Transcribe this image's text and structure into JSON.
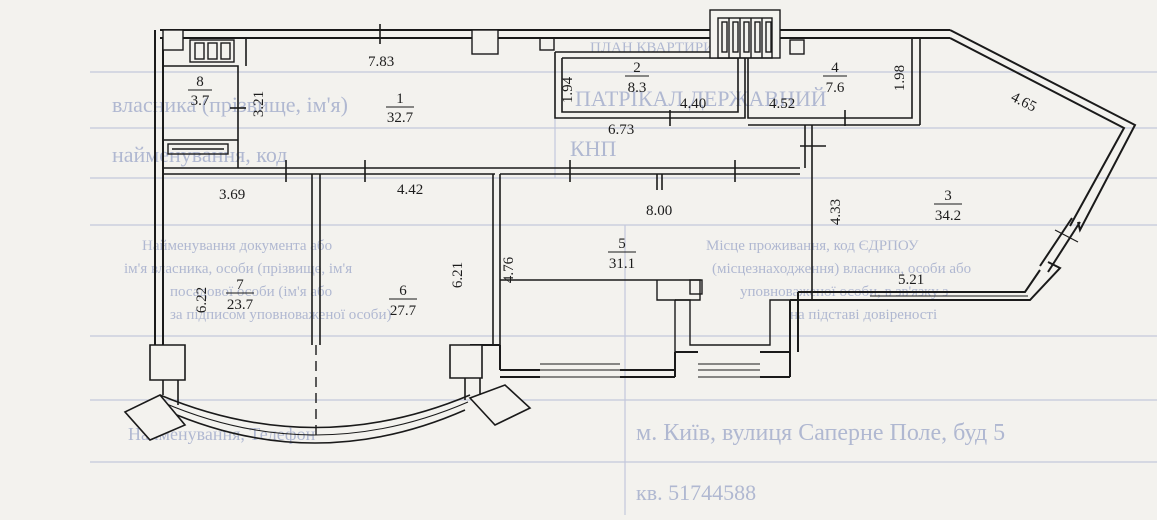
{
  "background_form": {
    "top_line": "ПЛАН КВАРТИРИ",
    "row1_left": "власника (прізвище, ім'я)",
    "row1_right": "ПАТРІКАЛ ДЕРЖАВНИЙ",
    "row2_left": "найменування, код",
    "row2_right": "КНП",
    "block_left_1": "Найменування документа або",
    "block_left_2": "ім'я власника, особи (прізвище, ім'я",
    "block_left_3": "посадової особи (ім'я або",
    "block_left_4": "за підписом уповноваженої особи)",
    "block_right_1": "Місце проживання, код ЄДРПОУ",
    "block_right_2": "(місцезнаходження) власника, особи або",
    "block_right_3": "уповноваженої особи, в зв'язку з",
    "block_right_4": "на підставі довіреності",
    "address": "м. Київ, вулиця Саперне Поле, буд 5",
    "number": "кв. 51744588",
    "footer_left": "Найменування, Телефон"
  },
  "rooms": [
    {
      "id": "1",
      "area": "32.7"
    },
    {
      "id": "2",
      "area": "8.3"
    },
    {
      "id": "3",
      "area": "34.2"
    },
    {
      "id": "4",
      "area": "7.6"
    },
    {
      "id": "5",
      "area": "31.1"
    },
    {
      "id": "6",
      "area": "27.7"
    },
    {
      "id": "7",
      "area": "23.7"
    },
    {
      "id": "8",
      "area": "3.7"
    }
  ],
  "dimensions": {
    "d_7_83": "7.83",
    "d_1_94": "1.94",
    "d_1_98": "1.98",
    "d_4_65": "4.65",
    "d_3_21": "3.21",
    "d_4_40": "4.40",
    "d_4_52": "4.52",
    "d_6_73": "6.73",
    "d_3_69": "3.69",
    "d_4_42": "4.42",
    "d_8_00": "8.00",
    "d_4_33": "4.33",
    "d_6_22": "6.22",
    "d_6_21": "6.21",
    "d_4_76": "4.76",
    "d_5_21": "5.21"
  },
  "colors": {
    "paper": "#f3f2ee",
    "wall": "#1a1a1a",
    "form_print": "#9aa5c8"
  }
}
